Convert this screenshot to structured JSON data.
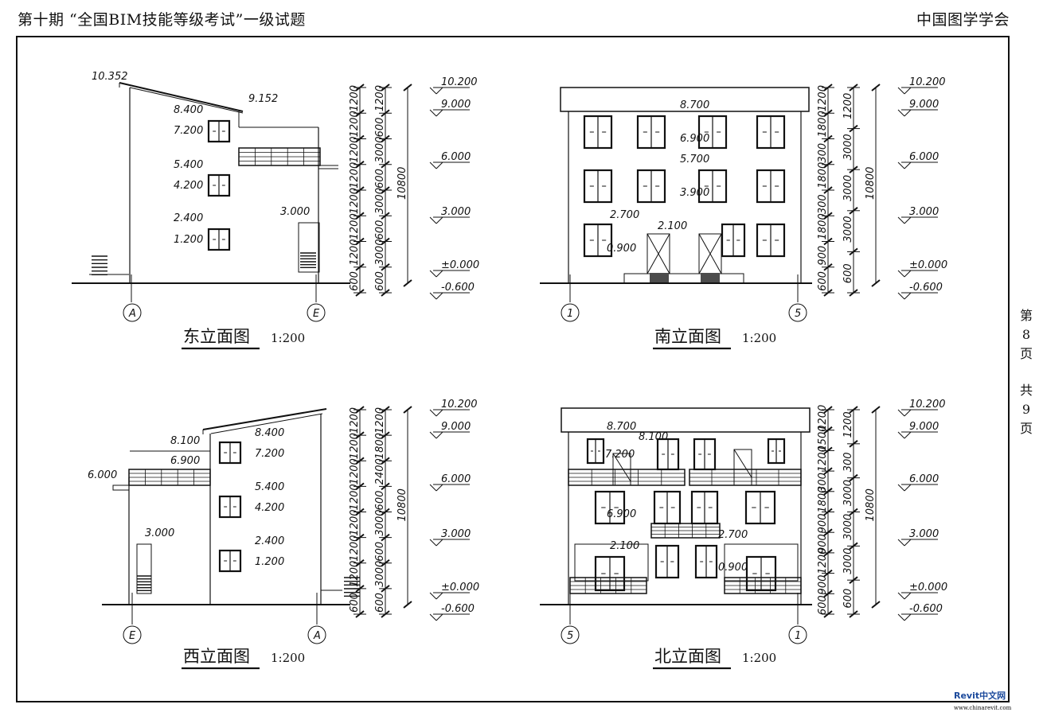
{
  "header": {
    "left": "第十期 “全国BIM技能等级考试”一级试题",
    "right": "中国图学学会"
  },
  "side": [
    "第",
    "8",
    "页",
    "共",
    "9",
    "页"
  ],
  "logo": {
    "name": "Revit中文网",
    "url": "www.chinarevit.com"
  },
  "views": [
    {
      "title": "东立面图",
      "scale": "1:200",
      "axes": [
        "A",
        "E"
      ],
      "levels": [
        "10.200",
        "9.000",
        "6.000",
        "3.000",
        "±0.000",
        "-0.600"
      ],
      "dims_left": [
        "1200",
        "1200",
        "1200",
        "1200",
        "1200",
        "1200",
        "1200",
        "600"
      ],
      "dims_mid": [
        "1200",
        "600",
        "3000",
        "600",
        "3000",
        "600",
        "3000",
        "600"
      ],
      "dims_total": "10800",
      "labels": [
        "10.352",
        "9.152",
        "8.400",
        "7.200",
        "5.400",
        "4.200",
        "2.400",
        "1.200",
        "3.000"
      ]
    },
    {
      "title": "南立面图",
      "scale": "1:200",
      "axes": [
        "1",
        "5"
      ],
      "levels": [
        "10.200",
        "9.000",
        "6.000",
        "3.000",
        "±0.000",
        "-0.600"
      ],
      "dims_left": [
        "1200",
        "1800",
        "300",
        "1800",
        "300",
        "1800",
        "900",
        "600"
      ],
      "dims_mid": [
        "1200",
        "3000",
        "3000",
        "3000",
        "600"
      ],
      "dims_total": "10800",
      "labels": [
        "8.700",
        "6.900",
        "5.700",
        "3.900",
        "2.700",
        "2.100",
        "0.900"
      ]
    },
    {
      "title": "西立面图",
      "scale": "1:200",
      "axes": [
        "E",
        "A"
      ],
      "levels": [
        "10.200",
        "9.000",
        "6.000",
        "3.000",
        "±0.000",
        "-0.600"
      ],
      "dims_left": [
        "1200",
        "1200",
        "1200",
        "1200",
        "1200",
        "1200",
        "1200",
        "600"
      ],
      "dims_mid": [
        "1200",
        "1800",
        "2400",
        "600",
        "3000",
        "600",
        "3000",
        "600"
      ],
      "dims_total": "10800",
      "labels": [
        "8.100",
        "6.900",
        "6.000",
        "8.400",
        "7.200",
        "5.400",
        "4.200",
        "2.400",
        "1.200",
        "3.000"
      ]
    },
    {
      "title": "北立面图",
      "scale": "1:200",
      "axes": [
        "5",
        "1"
      ],
      "levels": [
        "10.200",
        "9.000",
        "6.000",
        "3.000",
        "±0.000",
        "-0.600"
      ],
      "dims_left": [
        "1200",
        "1500",
        "1200",
        "300",
        "1800",
        "900",
        "900",
        "1200",
        "900",
        "600"
      ],
      "dims_mid": [
        "1200",
        "300",
        "3000",
        "3000",
        "3000",
        "600"
      ],
      "dims_total": "10800",
      "labels": [
        "8.700",
        "8.100",
        "7.200",
        "6.900",
        "2.700",
        "2.100",
        "0.900"
      ]
    }
  ]
}
